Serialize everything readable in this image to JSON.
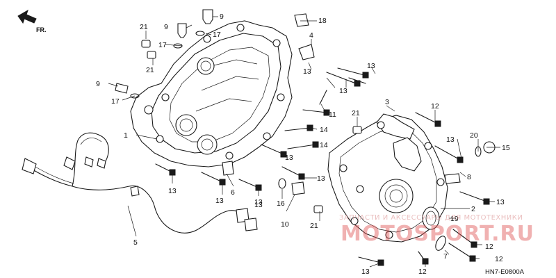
{
  "direction": {
    "label": "FR."
  },
  "diagram_code": "HN7-E0800A",
  "watermark": {
    "line": "ЗАПЧАСТИ И АКСЕССУАРЫ ДЛЯ МОТОТЕХНИКИ",
    "logo": "MOTOSPORT.RU",
    "color": "#e05555"
  },
  "callouts": [
    {
      "id": "c-9a",
      "text": "9"
    },
    {
      "id": "c-21a",
      "text": "21"
    },
    {
      "id": "c-9b",
      "text": "9"
    },
    {
      "id": "c-17a",
      "text": "17"
    },
    {
      "id": "c-17b",
      "text": "17"
    },
    {
      "id": "c-21b",
      "text": "21"
    },
    {
      "id": "c-18",
      "text": "18"
    },
    {
      "id": "c-4",
      "text": "4"
    },
    {
      "id": "c-13a",
      "text": "13"
    },
    {
      "id": "c-13b",
      "text": "13"
    },
    {
      "id": "c-13c",
      "text": "13"
    },
    {
      "id": "c-9c",
      "text": "9"
    },
    {
      "id": "c-17c",
      "text": "17"
    },
    {
      "id": "c-11",
      "text": "11"
    },
    {
      "id": "c-14a",
      "text": "14"
    },
    {
      "id": "c-14b",
      "text": "14"
    },
    {
      "id": "c-1",
      "text": "1"
    },
    {
      "id": "c-3",
      "text": "3"
    },
    {
      "id": "c-12a",
      "text": "12"
    },
    {
      "id": "c-21c",
      "text": "21"
    },
    {
      "id": "c-13d",
      "text": "13"
    },
    {
      "id": "c-20",
      "text": "20"
    },
    {
      "id": "c-15",
      "text": "15"
    },
    {
      "id": "c-13e",
      "text": "13"
    },
    {
      "id": "c-13f",
      "text": "13"
    },
    {
      "id": "c-8",
      "text": "8"
    },
    {
      "id": "c-13g",
      "text": "13"
    },
    {
      "id": "c-13h",
      "text": "13"
    },
    {
      "id": "c-13i",
      "text": "13"
    },
    {
      "id": "c-6",
      "text": "6"
    },
    {
      "id": "c-13j",
      "text": "13"
    },
    {
      "id": "c-16",
      "text": "16"
    },
    {
      "id": "c-10",
      "text": "10"
    },
    {
      "id": "c-13k",
      "text": "13"
    },
    {
      "id": "c-21d",
      "text": "21"
    },
    {
      "id": "c-5",
      "text": "5"
    },
    {
      "id": "c-13l",
      "text": "13"
    },
    {
      "id": "c-2",
      "text": "2"
    },
    {
      "id": "c-19",
      "text": "19"
    },
    {
      "id": "c-12b",
      "text": "12"
    },
    {
      "id": "c-12c",
      "text": "12"
    },
    {
      "id": "c-7",
      "text": "7"
    },
    {
      "id": "c-13m",
      "text": "13"
    },
    {
      "id": "c-12d",
      "text": "12"
    }
  ]
}
